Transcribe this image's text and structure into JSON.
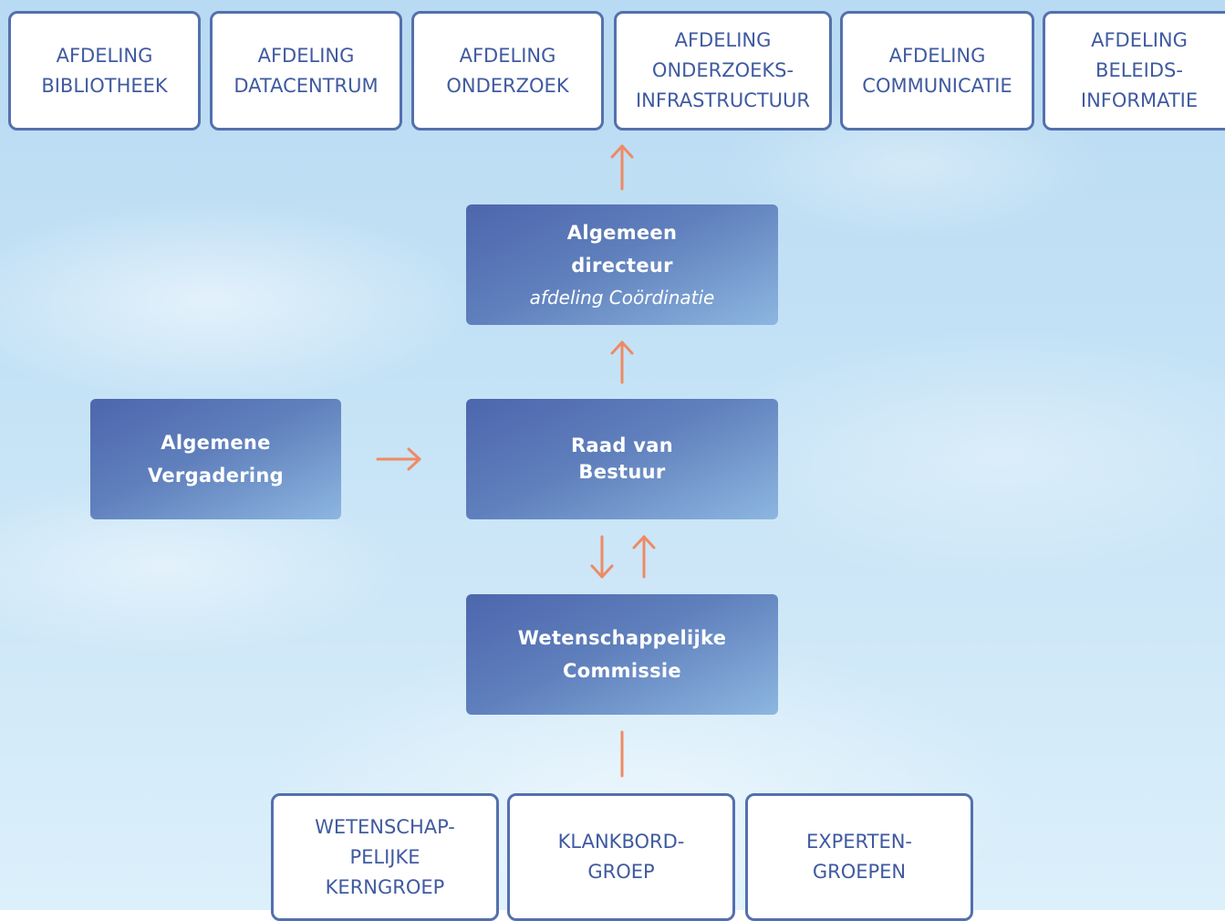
{
  "departments": [
    "AFDELING\nBIBLIOTHEEK",
    "AFDELING\nDATACENTRUM",
    "AFDELING\nONDERZOEK",
    "AFDELING\nONDERZOEKS-\nINFRASTRUCTUUR",
    "AFDELING\nCOMMUNICATIE",
    "AFDELING\nBELEIDS-\nINFORMATIE"
  ],
  "director": {
    "title": "Algemeen\ndirecteur",
    "subtitle": "afdeling Coördinatie"
  },
  "general_assembly": "Algemene\nVergadering",
  "board": "Raad van\nBestuur",
  "scientific_commission": "Wetenschappelijke\nCommissie",
  "groups": [
    "WETENSCHAP-\nPELIJKE\nKERNGROEP",
    "KLANKBORD-\nGROEP",
    "EXPERTEN-\nGROEPEN"
  ],
  "colors": {
    "box_border": "#5470ad",
    "box_text": "#3f5aa0",
    "dark_box": "#4d66ad",
    "arrow": "#ee8a64"
  }
}
